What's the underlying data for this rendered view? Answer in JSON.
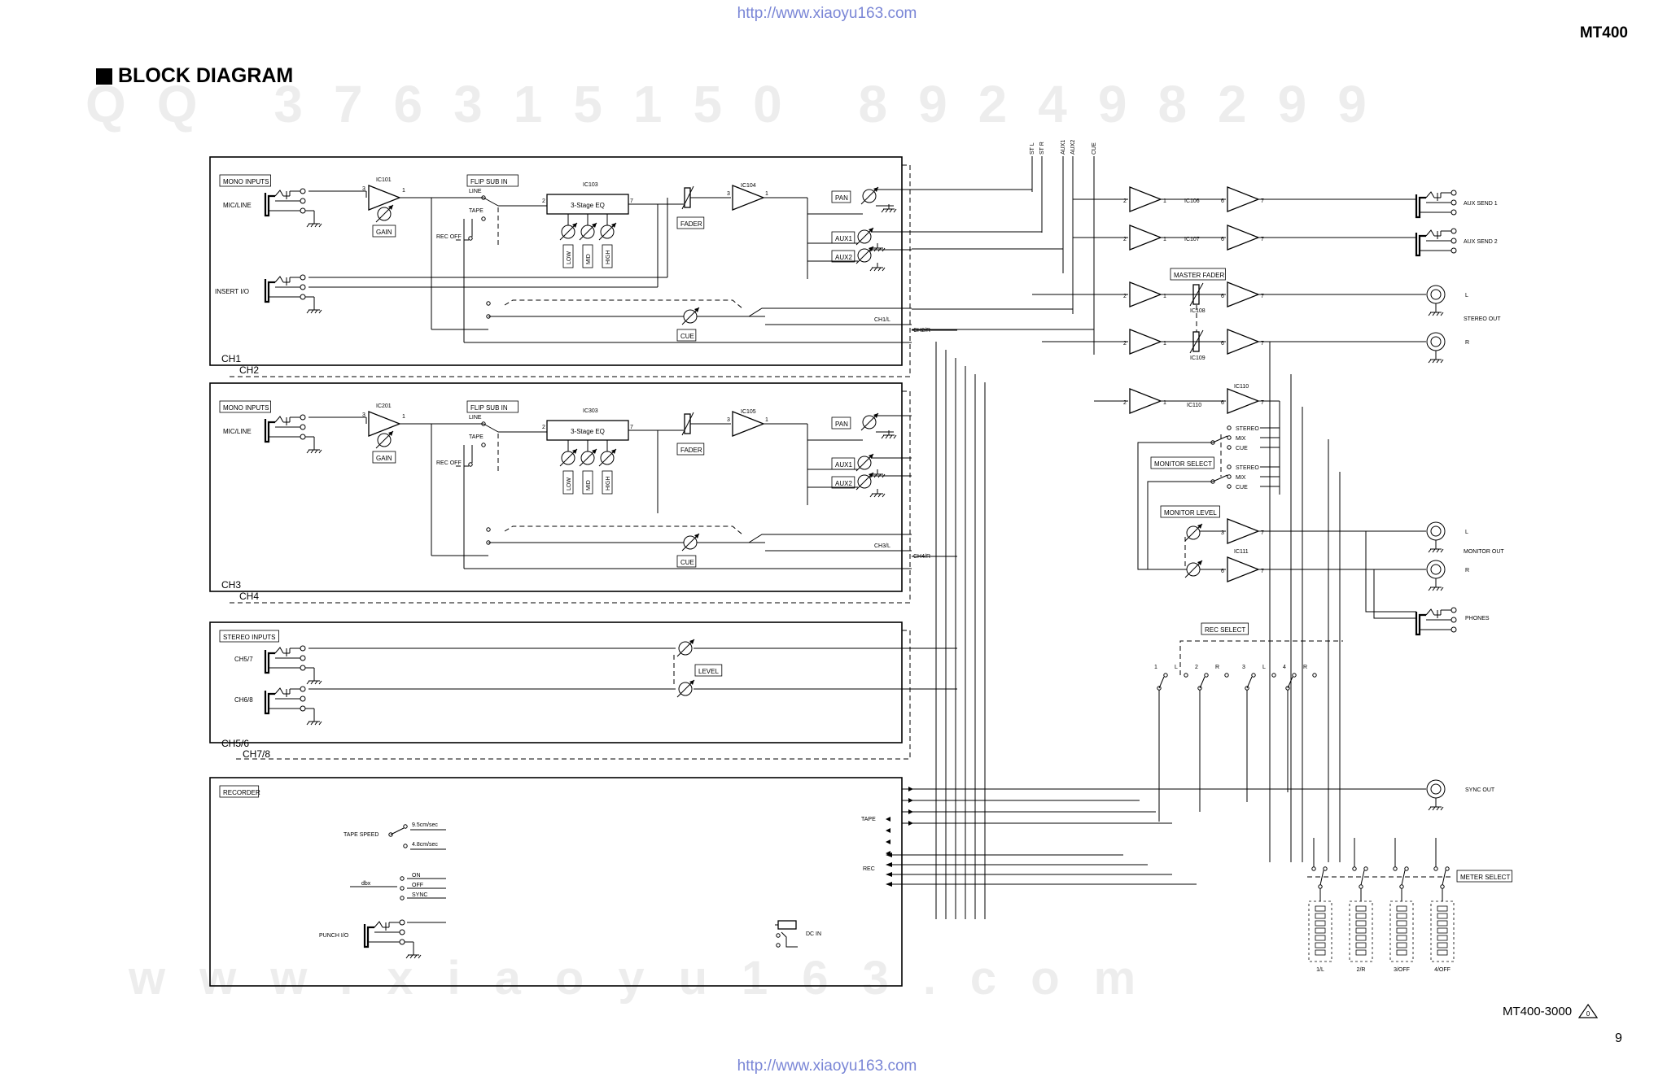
{
  "header": {
    "url_top": "http://www.xiaoyu163.com",
    "url_bottom": "http://www.xiaoyu163.com",
    "model": "MT400",
    "title": "BLOCK DIAGRAM",
    "doc_code": "MT400-3000",
    "page_number": "9"
  },
  "watermarks": {
    "top": "QQ 376315150  892498299",
    "bottom": "www.xiaoyu163.com"
  },
  "channels": [
    {
      "box_label": "MONO INPUTS",
      "input_label": "MIC/LINE",
      "insert_label": "INSERT I/O",
      "ic_in": "IC101",
      "gain_label": "GAIN",
      "flip_label": "FLIP SUB IN",
      "line_label": "LINE",
      "tape_label": "TAPE",
      "rec_off_label": "REC OFF",
      "eq_ic": "IC103",
      "eq_label": "3-Stage EQ",
      "eq_bands": [
        "LOW",
        "MID",
        "HIGH"
      ],
      "fader_label": "FADER",
      "ic_out": "IC104",
      "pan_label": "PAN",
      "aux1_label": "AUX1",
      "aux2_label": "AUX2",
      "cue_label": "CUE",
      "bus_a": "CH1/L",
      "bus_b": "CH2/R",
      "ch_a": "CH1",
      "ch_b": "CH2"
    },
    {
      "box_label": "MONO INPUTS",
      "input_label": "MIC/LINE",
      "ic_in": "IC201",
      "gain_label": "GAIN",
      "flip_label": "FLIP SUB IN",
      "line_label": "LINE",
      "tape_label": "TAPE",
      "rec_off_label": "REC OFF",
      "eq_ic": "IC303",
      "eq_label": "3-Stage EQ",
      "eq_bands": [
        "LOW",
        "MID",
        "HIGH"
      ],
      "fader_label": "FADER",
      "ic_out": "IC105",
      "pan_label": "PAN",
      "aux1_label": "AUX1",
      "aux2_label": "AUX2",
      "cue_label": "CUE",
      "bus_a": "CH3/L",
      "bus_b": "CH4/R",
      "ch_a": "CH3",
      "ch_b": "CH4"
    }
  ],
  "stereo": {
    "box_label": "STEREO INPUTS",
    "in_a": "CH5/7",
    "in_b": "CH6/8",
    "level_label": "LEVEL",
    "ch_a": "CH5/6",
    "ch_b": "CH7/8"
  },
  "recorder": {
    "box_label": "RECORDER",
    "tape_speed_label": "TAPE SPEED",
    "speed_hi": "9.5cm/sec",
    "speed_lo": "4.8cm/sec",
    "dbx_label": "dbx",
    "dbx_on": "ON",
    "dbx_off": "OFF",
    "dbx_sync": "SYNC",
    "punch_label": "PUNCH I/O",
    "tape_label": "TAPE",
    "rec_label": "REC",
    "dc_in_label": "DC IN"
  },
  "buses": [
    "ST L",
    "ST R",
    "AUX1",
    "AUX2",
    "CUE"
  ],
  "master": {
    "ic_aux1_a": "IC106",
    "ic_aux2_a": "IC107",
    "ic_st_l": "IC108",
    "ic_st_r": "IC109",
    "ic_cue": "IC110",
    "ic_cue_out": "IC110",
    "ic_mon": "IC111",
    "master_fader_label": "MASTER FADER",
    "aux_send1": "AUX SEND 1",
    "aux_send2": "AUX SEND 2",
    "stereo_out": "STEREO OUT",
    "monitor_out": "MONITOR OUT",
    "l": "L",
    "r": "R",
    "phones": "PHONES",
    "sync_out": "SYNC OUT",
    "monitor_select": "MONITOR SELECT",
    "monitor_level": "MONITOR LEVEL",
    "mon_opts": [
      "STEREO",
      "MIX",
      "CUE"
    ],
    "rec_select": "REC SELECT",
    "rec_select_labels": [
      "1",
      "L",
      "2",
      "R",
      "3",
      "L",
      "4",
      "R"
    ],
    "meter_select": "METER SELECT",
    "meters": [
      "1/L",
      "2/R",
      "3/OFF",
      "4/OFF"
    ]
  },
  "pin_labels": {
    "p1": "1",
    "p2": "2",
    "p3": "3",
    "p6": "6",
    "p7": "7"
  }
}
